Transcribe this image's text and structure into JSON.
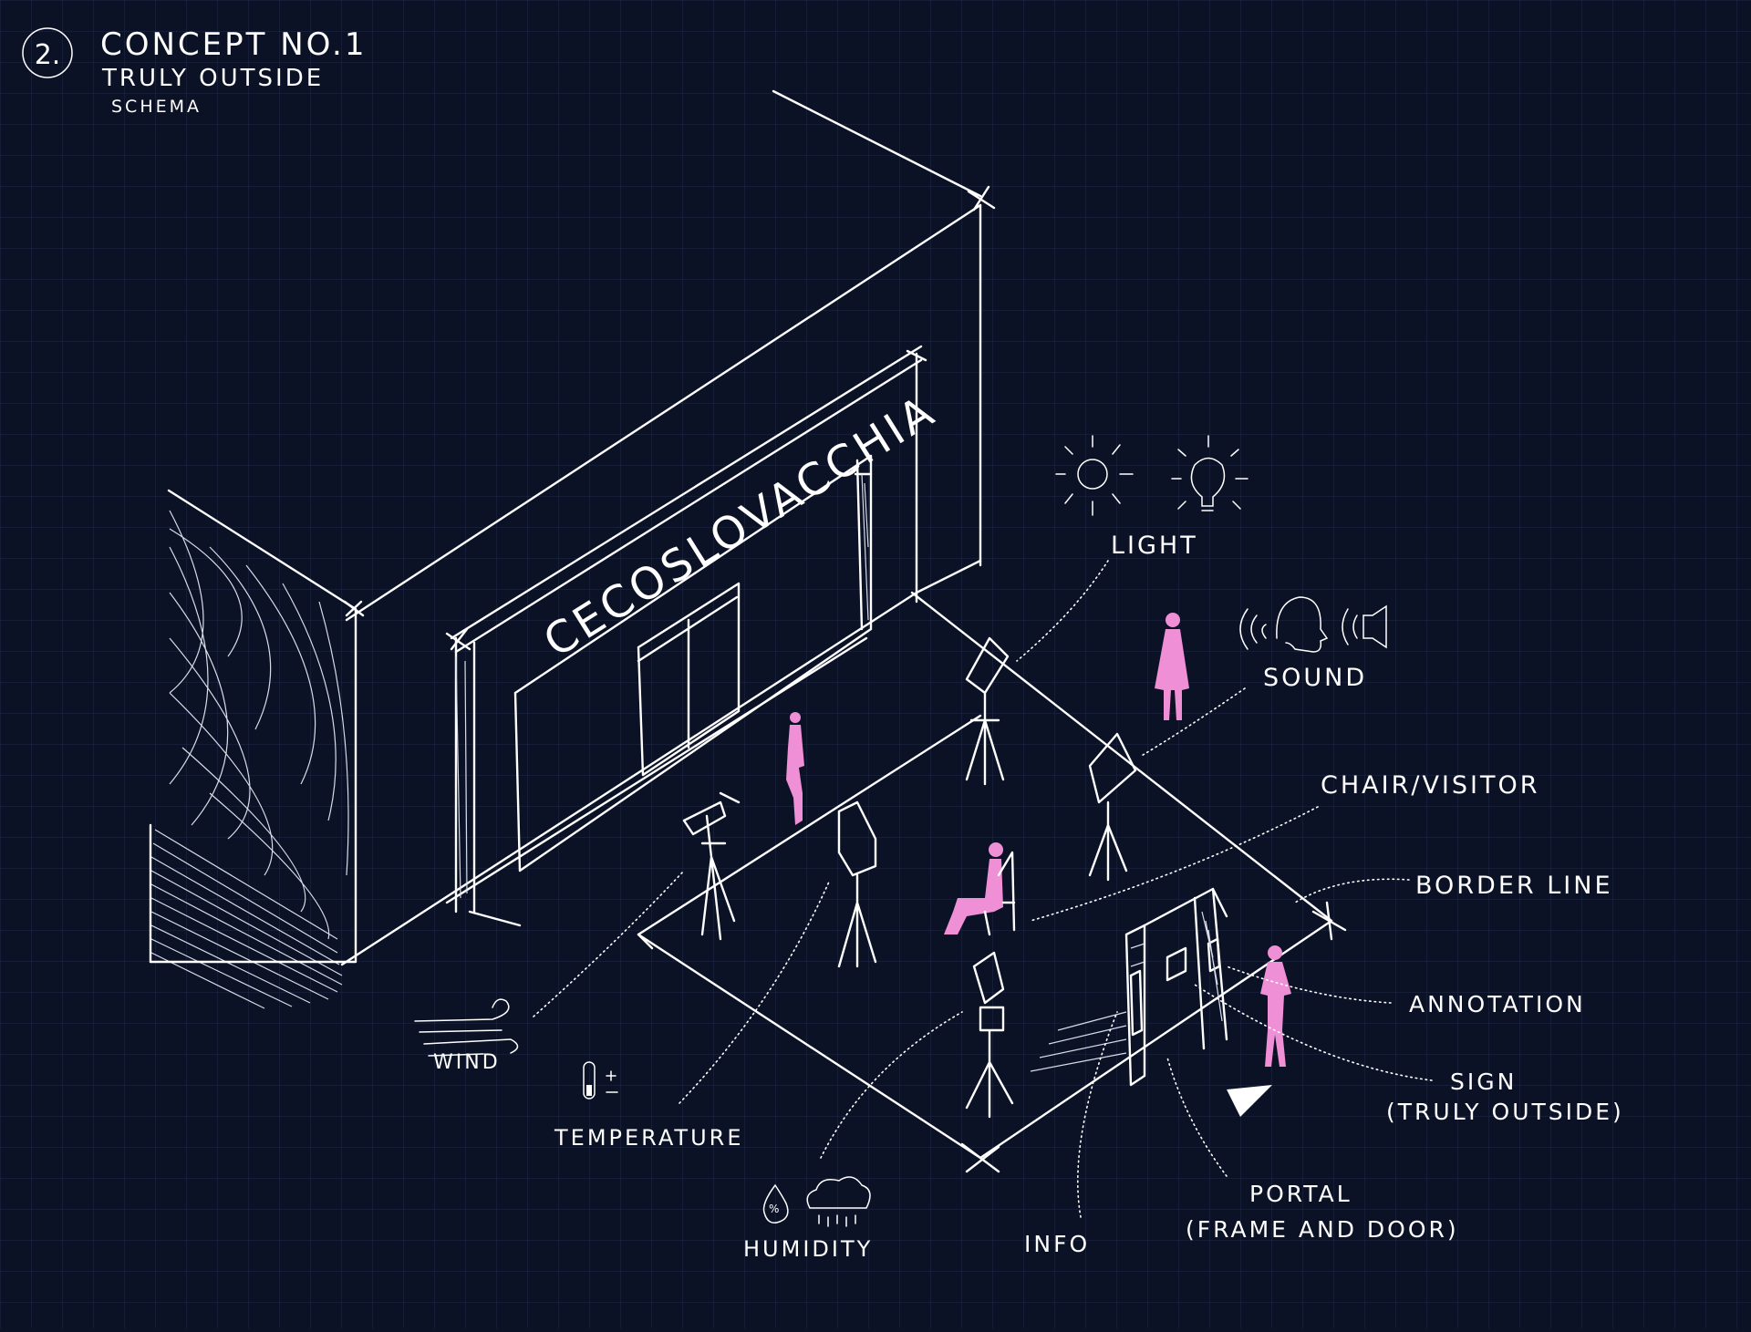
{
  "header": {
    "number": "2.",
    "title": "CONCEPT NO.1",
    "subtitle": "TRULY OUTSIDE",
    "caption": "SCHEMA"
  },
  "building": {
    "sign": "CECOSLOVACCHIA"
  },
  "labels": {
    "light": "LIGHT",
    "sound": "SOUND",
    "chair_visitor": "CHAIR/VISITOR",
    "border_line": "BORDER LINE",
    "annotation": "ANNOTATION",
    "sign": "SIGN",
    "sign_note": "(TRULY OUTSIDE)",
    "portal": "PORTAL",
    "portal_note": "(FRAME AND DOOR)",
    "info": "INFO",
    "humidity": "HUMIDITY",
    "temperature": "TEMPERATURE",
    "wind": "WIND"
  },
  "colors": {
    "background": "#0c1226",
    "grid": "#1c2440",
    "ink": "#ffffff",
    "figures": "#ef8fd6"
  },
  "icons": [
    "sun-icon",
    "lightbulb-icon",
    "speaking-head-icon",
    "speaker-icon",
    "wind-icon",
    "thermometer-icon",
    "humidity-drop-icon",
    "rain-cloud-icon",
    "pointer-triangle-icon"
  ]
}
